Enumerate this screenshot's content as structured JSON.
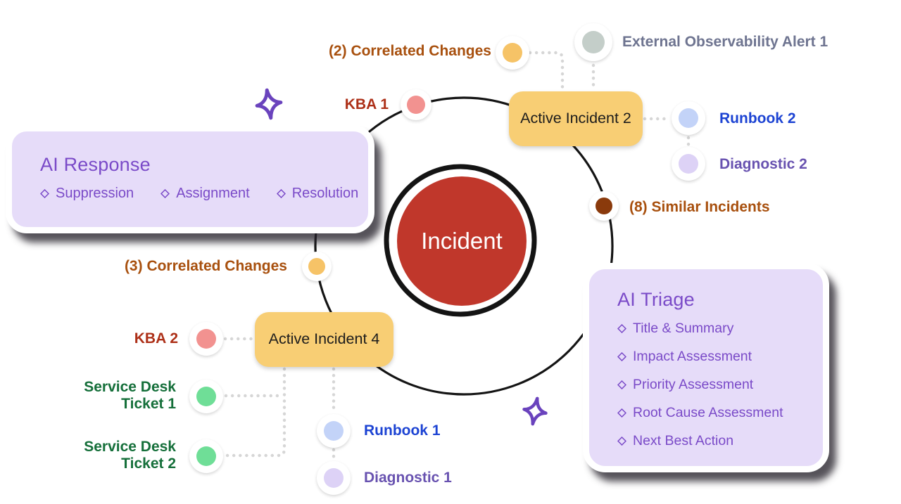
{
  "center": {
    "label": "Incident"
  },
  "cards": {
    "ai_response": {
      "title": "AI Response",
      "items": [
        "Suppression",
        "Assignment",
        "Resolution"
      ]
    },
    "ai_triage": {
      "title": "AI Triage",
      "items": [
        "Title & Summary",
        "Impact Assessment",
        "Priority Assessment",
        "Root Cause Assessment",
        "Next Best Action"
      ]
    },
    "active_incident_2": {
      "label": "Active Incident 2"
    },
    "active_incident_4": {
      "label": "Active Incident 4"
    }
  },
  "nodes": {
    "correlated_changes_2": {
      "label": "(2) Correlated Changes"
    },
    "external_alert_1": {
      "label": "External Observability Alert 1"
    },
    "kba_1": {
      "label": "KBA 1"
    },
    "runbook_2": {
      "label": "Runbook 2"
    },
    "diagnostic_2": {
      "label": "Diagnostic 2"
    },
    "similar_incidents": {
      "label": "(8) Similar Incidents"
    },
    "correlated_changes_3": {
      "label": "(3) Correlated Changes"
    },
    "kba_2": {
      "label": "KBA 2"
    },
    "service_desk_ticket_1": {
      "label_line1": "Service Desk",
      "label_line2": "Ticket 1"
    },
    "service_desk_ticket_2": {
      "label_line1": "Service Desk",
      "label_line2": "Ticket 2"
    },
    "runbook_1": {
      "label": "Runbook 1"
    },
    "diagnostic_1": {
      "label": "Diagnostic 1"
    }
  },
  "colors": {
    "card_purple_bg": "#E6DCF9",
    "card_purple_text": "#7A4AC8",
    "card_yellow_bg": "#F8CE74",
    "card_yellow_text": "#1C1C1C",
    "incident_red": "#C0372B",
    "outline_black": "#141414",
    "connector": "#D6D6D6",
    "orange_label": "#A8500E",
    "kba_label": "#AD3018",
    "green_label": "#156F3A",
    "blue_label": "#1C43D3",
    "diag_purple_label": "#6852B0",
    "gray_label": "#6E7490",
    "dot_pink": "#F29290",
    "dot_yellow": "#F6C367",
    "dot_gray": "#C4CEC9",
    "dot_blue": "#C3D3F8",
    "dot_lavender": "#DDD2F6",
    "dot_green": "#6FDE97",
    "dot_brown": "#8A3A0C",
    "sparkle_purple": "#6A43BD"
  }
}
